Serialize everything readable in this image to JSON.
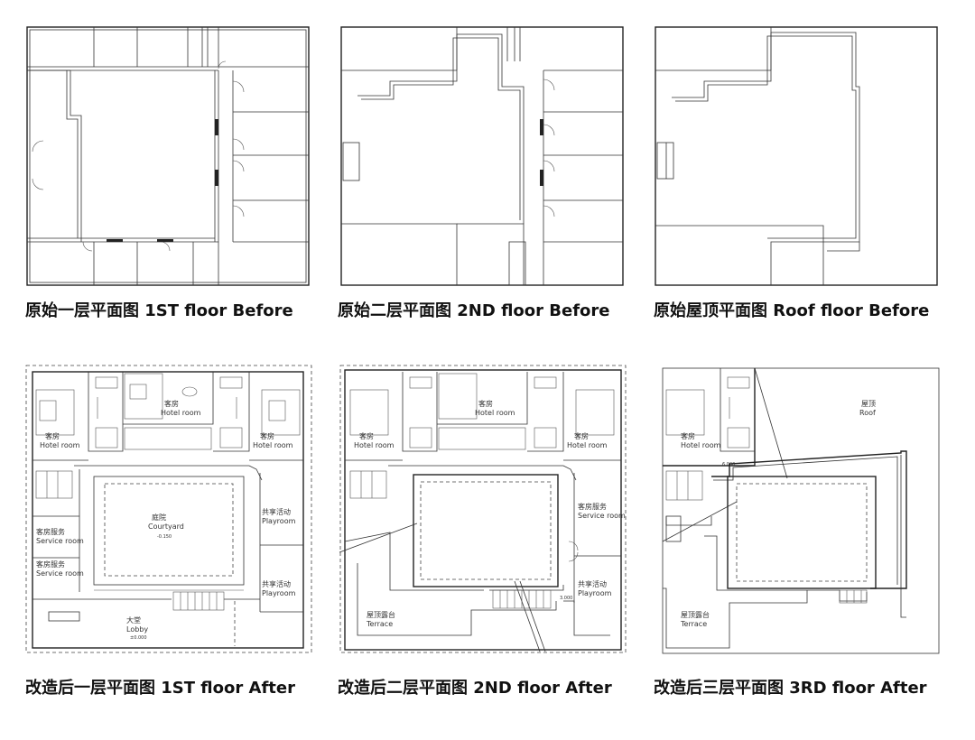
{
  "captions": {
    "p1": "原始一层平面图 1ST floor Before",
    "p2": "原始二层平面图 2ND floor Before",
    "p3": "原始屋顶平面图 Roof floor Before",
    "p4": "改造后一层平面图 1ST floor After",
    "p5": "改造后二层平面图 2ND floor After",
    "p6": "改造后三层平面图 3RD floor After"
  },
  "labels": {
    "hotel_room_cn": "客房",
    "hotel_room_en": "Hotel room",
    "service_room_cn": "客房服务",
    "service_room_en": "Service room",
    "playroom_cn": "共享活动",
    "playroom_en": "Playroom",
    "courtyard_cn": "庭院",
    "courtyard_en": "Courtyard",
    "lobby_cn": "大堂",
    "lobby_en": "Lobby",
    "terrace_cn": "屋顶露台",
    "terrace_en": "Terrace",
    "roof_cn": "屋顶",
    "roof_en": "Roof"
  },
  "levels": {
    "courtyard": "-0.150",
    "lobby": "±0.000",
    "second": "3.000",
    "third": "6.000"
  }
}
